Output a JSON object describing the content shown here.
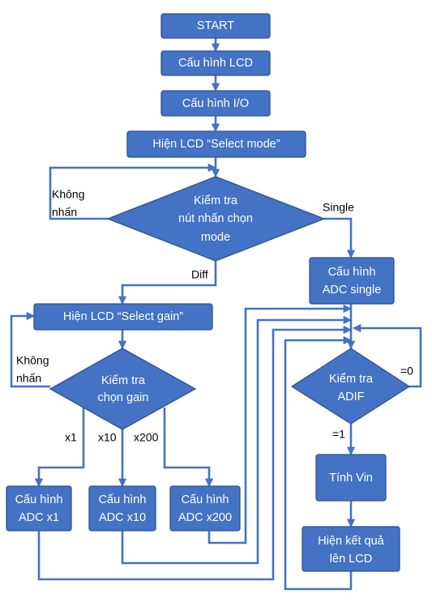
{
  "nodes": {
    "start": "START",
    "config_lcd": "Cấu hình LCD",
    "config_io": "Cấu hình I/O",
    "lcd_select_mode": "Hiện LCD “Select mode”",
    "check_mode": [
      "Kiểm tra",
      "nút nhấn chọn",
      "mode"
    ],
    "config_adc_single": [
      "Cấu hình",
      "ADC single"
    ],
    "lcd_select_gain": "Hiện LCD “Select gain”",
    "check_gain": [
      "Kiểm tra",
      "chọn gain"
    ],
    "config_adc_x1": [
      "Cấu hình",
      "ADC x1"
    ],
    "config_adc_x10": [
      "Cấu hình",
      "ADC x10"
    ],
    "config_adc_x200": [
      "Cấu hình",
      "ADC x200"
    ],
    "check_adif": [
      "Kiểm tra",
      "ADIF"
    ],
    "compute_vin": "Tính Vin",
    "show_result": [
      "Hiện kết quả",
      "lên LCD"
    ]
  },
  "labels": {
    "not_pressed_1": [
      "Không",
      "nhấn"
    ],
    "single": "Single",
    "diff": "Diff",
    "not_pressed_2": [
      "Không",
      "nhấn"
    ],
    "x1": "x1",
    "x10": "x10",
    "x200": "x200",
    "adif_zero": "=0",
    "adif_one": "=1"
  },
  "colors": {
    "fill": "#4472c4",
    "line": "#4472c4",
    "text_on_shape": "#ffffff"
  }
}
